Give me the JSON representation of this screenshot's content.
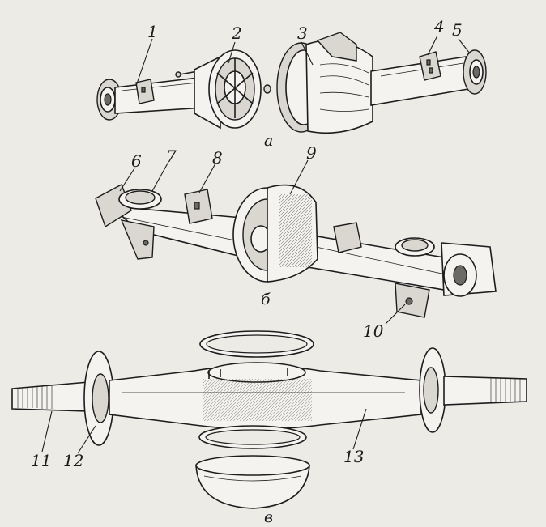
{
  "labels": [
    "1",
    "2",
    "3",
    "4",
    "5",
    "6",
    "7",
    "8",
    "9",
    "10",
    "11",
    "12",
    "13"
  ],
  "sublabels": {
    "a": "а",
    "b": "б",
    "c": "в"
  }
}
